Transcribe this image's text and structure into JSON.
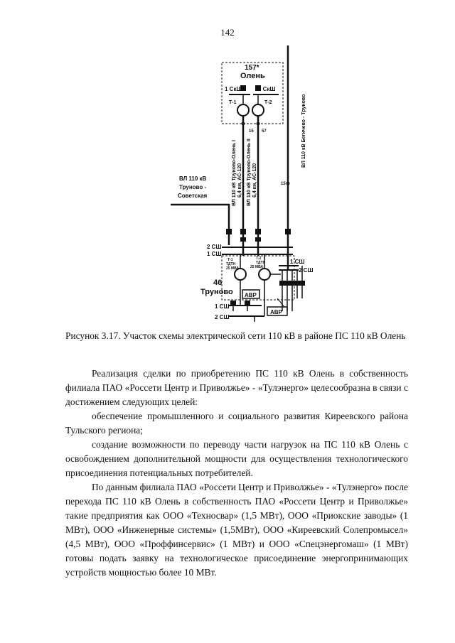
{
  "page_number": "142",
  "diagram": {
    "olen_number": "157*",
    "olen_name": "Олень",
    "olen_bus1": "1 СкШ",
    "olen_bus2": "2 СкШ",
    "olen_t1": "Т-1",
    "olen_t2": "Т-2",
    "line_vl_sov_1": "ВЛ 110 кВ",
    "line_vl_sov_2": "Труново -",
    "line_vl_sov_3": "Советская",
    "line_olen1_1": "ВЛ 110 кВ Труново-Олень I",
    "line_olen1_2": "6,4 км, АС-120",
    "line_olen2_1": "ВЛ 110 кВ Труново-Олень II",
    "line_olen2_2": "6,4 км, АС-120",
    "line_beg": "ВЛ 110 кВ Бегичево - Труново",
    "tower_57": "57",
    "tower_15": "15",
    "tower_15b": "15",
    "trun_bus2": "2 СШ",
    "trun_bus1": "1 СШ",
    "trun_right_bus1": "1 СШ",
    "trun_right_bus2": "2 СШ",
    "trun_t1": "Т-1",
    "trun_t2": "Т-2",
    "trun_t1_type": "ТДТН",
    "trun_t2_type": "ТДТН",
    "trun_t1_power": "25 МВА",
    "trun_t2_power": "25 МВА",
    "trun_number": "46",
    "trun_name": "Труново",
    "avr_1": "АВР",
    "avr_2": "АВР",
    "low_bus1": "1 СШ",
    "low_bus2": "2 СШ"
  },
  "caption": "Рисунок 3.17. Участок схемы электрической сети 110 кВ в районе ПС 110 кВ Олень",
  "paragraphs": [
    "Реализация сделки по приобретению ПС 110 кВ Олень в собственность филиала ПАО «Россети Центр и Приволжье» - «Тулэнерго» целесообразна в связи с достижением следующих целей:",
    "обеспечение промышленного и социального развития Киреевского района Тульского региона;",
    "создание возможности по переводу части нагрузок на ПС 110 кВ Олень с освобождением дополнительной мощности для осуществления технологического присоединения потенциальных потребителей.",
    "По данным филиала ПАО «Россети Центр и Приволжье» - «Тулэнерго» после перехода ПС 110 кВ Олень в собственность ПАО «Россети Центр и Приволжье» такие предприятия как ООО «Техносвар» (1,5 МВт), ООО «Приокские заводы» (1 МВт), ООО «Инженерные системы» (1,5МВт), ООО «Киреевский Солепромысел» (4,5 МВт), ООО «Проффинсервис» (1 МВт) и ООО «Спецэнергомаш» (1 МВт) готовы подать заявку на технологическое присоединение энергопринимающих устройств мощностью более 10 МВт."
  ]
}
